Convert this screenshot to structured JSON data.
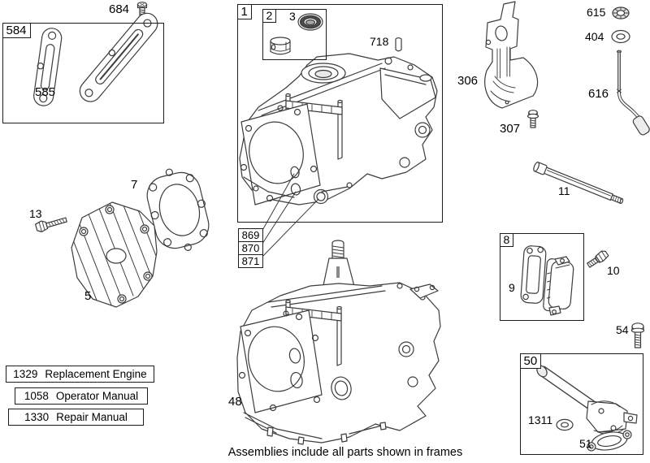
{
  "diagram": {
    "caption": "Assemblies include all parts shown in frames",
    "frames": {
      "f584": {
        "label": "584"
      },
      "f1": {
        "label": "1"
      },
      "f2": {
        "label": "2"
      },
      "f8": {
        "label": "8"
      },
      "f50": {
        "label": "50"
      }
    },
    "parts": {
      "p684": "684",
      "p585": "585",
      "p3": "3",
      "p718": "718",
      "p306": "306",
      "p307": "307",
      "p615": "615",
      "p404": "404",
      "p616": "616",
      "p11": "11",
      "p7": "7",
      "p13": "13",
      "p5": "5",
      "p9": "9",
      "p10": "10",
      "p54": "54",
      "p48": "48",
      "p1311": "1311",
      "p51": "51"
    },
    "callouts": {
      "c869": "869",
      "c870": "870",
      "c871": "871"
    },
    "reference_table": {
      "rows": [
        {
          "number": "1329",
          "name": "Replacement Engine"
        },
        {
          "number": "1058",
          "name": "Operator Manual"
        },
        {
          "number": "1330",
          "name": "Repair Manual"
        }
      ]
    },
    "colors": {
      "line": "#3c3c3c",
      "frame_border": "#1c1c1c",
      "text": "#000000",
      "background": "#ffffff"
    }
  }
}
